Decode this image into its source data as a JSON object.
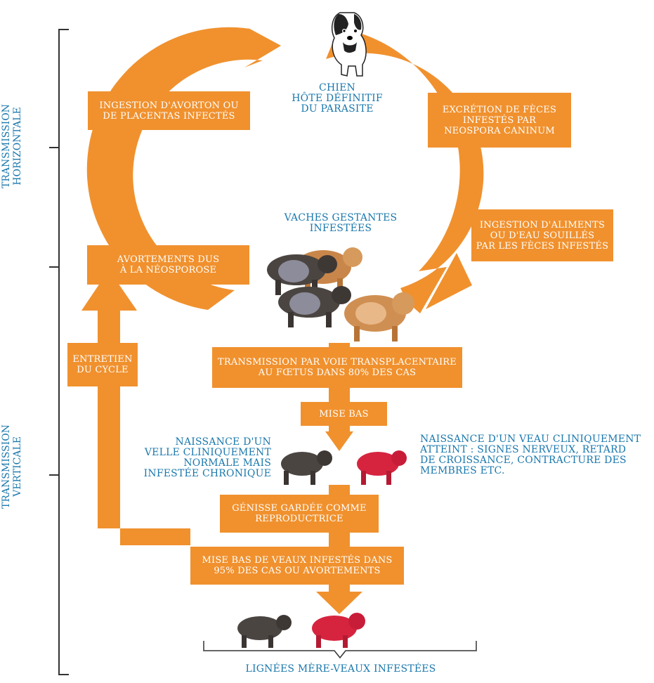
{
  "colors": {
    "orange": "#f0912e",
    "blue": "#1a78ad",
    "bracket": "#333333"
  },
  "side_labels": {
    "horizontal": [
      "TRANSMISSION",
      "HORIZONTALE"
    ],
    "vertical": [
      "TRANSMISSION",
      "VERTICALE"
    ]
  },
  "dog": {
    "lines": [
      "CHIEN",
      "HÔTE DÉFINITIF",
      "DU PARASITE"
    ],
    "icon": "dog-icon"
  },
  "boxes": {
    "ingestion_avorton": [
      "INGESTION D'AVORTON OU",
      "DE PLACENTAS INFECTÉS"
    ],
    "excretion": [
      "EXCRÉTION DE FÈCES",
      "INFESTÉS PAR",
      "NEOSPORA CANINUM"
    ],
    "ingestion_aliments": [
      "INGESTION D'ALIMENTS",
      "OU D'EAU SOUILLÉS",
      "PAR LES FÈCES INFESTÉS"
    ],
    "avortements": [
      "AVORTEMENTS DUS",
      "À LA NÉOSPOROSE"
    ],
    "entretien": [
      "ENTRETIEN",
      "DU CYCLE"
    ],
    "transplacentaire": [
      "TRANSMISSION PAR VOIE TRANSPLACENTAIRE",
      "AU FŒTUS DANS 80% DES CAS"
    ],
    "mise_bas": [
      "MISE BAS"
    ],
    "genisse": [
      "GÉNISSE GARDÉE COMME",
      "REPRODUCTRICE"
    ],
    "mise_bas_veaux": [
      "MISE BAS DE VEAUX INFESTÉS DANS",
      "95% DES CAS OU AVORTEMENTS"
    ]
  },
  "labels": {
    "vaches": [
      "VACHES GESTANTES",
      "INFESTÉES"
    ],
    "naissance_velle": [
      "NAISSANCE D'UN",
      "VELLE CLINIQUEMENT",
      "NORMALE MAIS",
      "INFESTÉE CHRONIQUE"
    ],
    "naissance_veau": [
      "NAISSANCE D'UN VEAU CLINIQUEMENT",
      "ATTEINT : SIGNES NERVEUX, RETARD",
      "DE CROISSANCE, CONTRACTURE DES",
      "MEMBRES ETC."
    ],
    "lignees": [
      "LIGNÉES MÈRE-VEAUX INFESTÉES"
    ]
  }
}
